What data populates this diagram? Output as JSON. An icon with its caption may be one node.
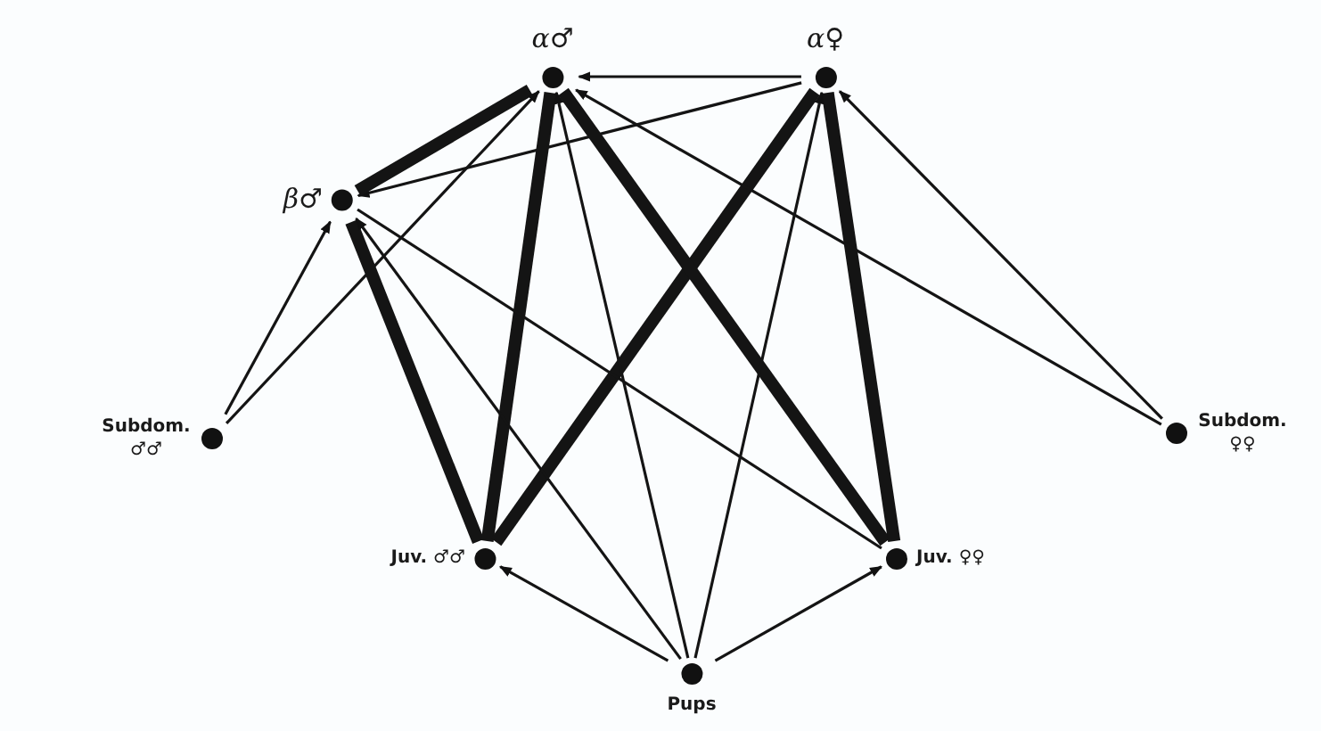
{
  "diagram": {
    "nodes": [
      {
        "text": [
          "α♂"
        ]
      },
      {
        "text": [
          "α♀"
        ]
      },
      {
        "text": [
          "β♂"
        ]
      },
      {
        "text": [
          "Subdom. ♂♂"
        ]
      },
      {
        "text": [
          "Subdom. ♀♀"
        ]
      },
      {
        "text": [
          "Juv. ♂♂"
        ]
      },
      {
        "text": [
          "Juv. ♀♀"
        ]
      },
      {
        "text": [
          "Pups"
        ]
      }
    ],
    "edges": [
      {
        "from": 1,
        "to": 0,
        "arrow": "to"
      },
      {
        "from": 1,
        "to": 2,
        "arrow": "to"
      },
      {
        "from": 2,
        "to": 0,
        "arrow": "none",
        "style": "thick"
      },
      {
        "from": 3,
        "to": 2,
        "arrow": "to"
      },
      {
        "from": 3,
        "to": 0,
        "arrow": "to"
      },
      {
        "from": 5,
        "to": 2,
        "arrow": "none",
        "style": "thick"
      },
      {
        "from": 5,
        "to": 0,
        "arrow": "none",
        "style": "thick"
      },
      {
        "from": 5,
        "to": 1,
        "arrow": "none",
        "style": "thick"
      },
      {
        "from": 6,
        "to": 0,
        "arrow": "none",
        "style": "thick"
      },
      {
        "from": 6,
        "to": 1,
        "arrow": "none",
        "style": "thick"
      },
      {
        "from": 6,
        "to": 2,
        "arrow": "none"
      },
      {
        "from": 7,
        "to": 2,
        "arrow": "to"
      },
      {
        "from": 7,
        "to": 0,
        "arrow": "to"
      },
      {
        "from": 7,
        "to": 1,
        "arrow": "to"
      },
      {
        "from": 4,
        "to": 0,
        "arrow": "to"
      },
      {
        "from": 4,
        "to": 1,
        "arrow": "to"
      },
      {
        "from": 7,
        "to": 5,
        "arrow": "to"
      },
      {
        "from": 7,
        "to": 6,
        "arrow": "to"
      }
    ]
  }
}
